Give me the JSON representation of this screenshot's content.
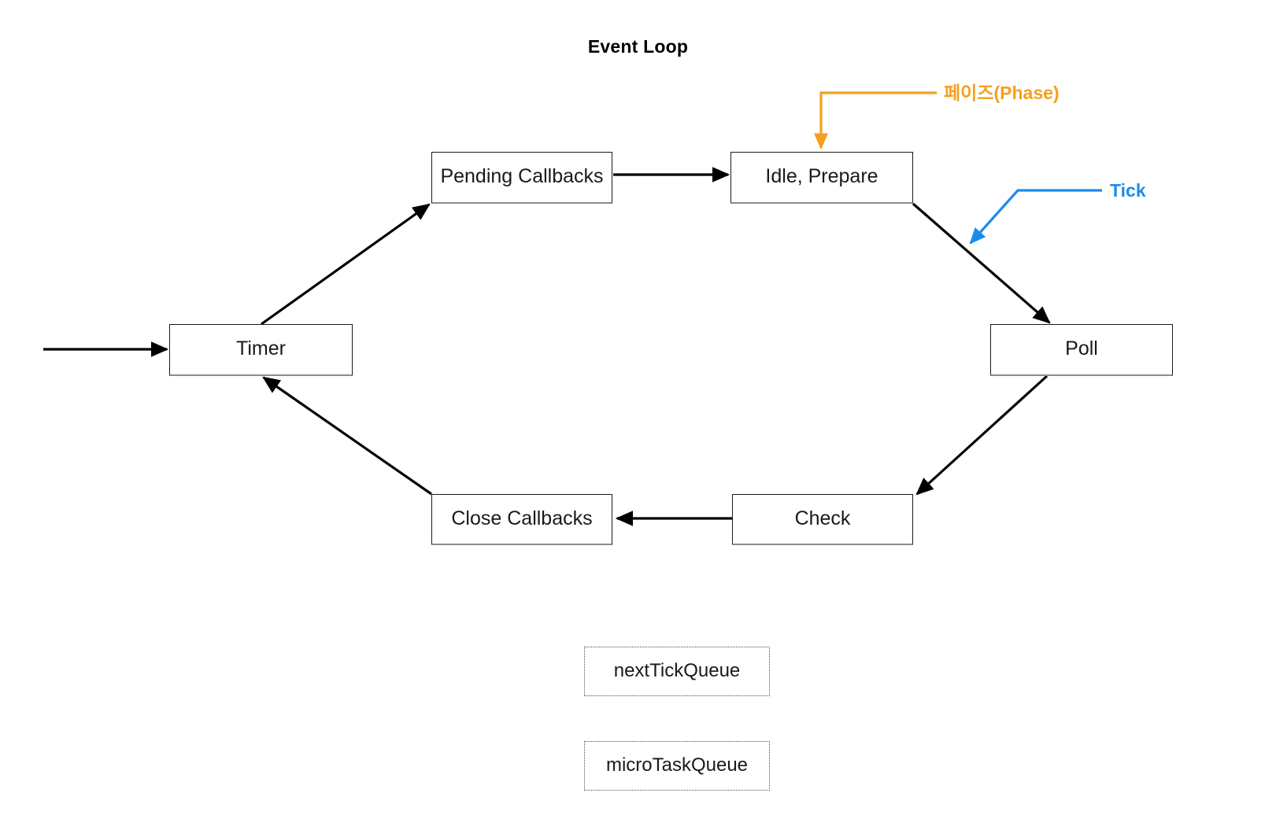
{
  "diagram": {
    "title": "Event Loop",
    "type": "flowchart",
    "colors": {
      "phase_accent": "#f5a01e",
      "tick_accent": "#1c8ceb",
      "box_border": "#1a1a1a",
      "box_shadow": "#8c8c8c",
      "background": "#ffffff"
    }
  },
  "phases": [
    {
      "id": "timer",
      "label": "Timer"
    },
    {
      "id": "pending-callbacks",
      "label": "Pending Callbacks"
    },
    {
      "id": "idle-prepare",
      "label": "Idle, Prepare"
    },
    {
      "id": "poll",
      "label": "Poll"
    },
    {
      "id": "check",
      "label": "Check"
    },
    {
      "id": "close-callbacks",
      "label": "Close Callbacks"
    }
  ],
  "queues": [
    {
      "id": "next-tick-queue",
      "label": "nextTickQueue"
    },
    {
      "id": "micro-task-queue",
      "label": "microTaskQueue"
    }
  ],
  "annotations": [
    {
      "id": "phase",
      "label": "페이즈(Phase)",
      "color": "#f5a01e",
      "points_to": "idle-prepare"
    },
    {
      "id": "tick",
      "label": "Tick",
      "color": "#1c8ceb",
      "points_to": "idle-prepare-to-poll-edge"
    }
  ],
  "edges": [
    {
      "from": "entry",
      "to": "timer",
      "style": "solid-arrow"
    },
    {
      "from": "timer",
      "to": "pending-callbacks",
      "style": "solid-arrow"
    },
    {
      "from": "pending-callbacks",
      "to": "idle-prepare",
      "style": "solid-arrow"
    },
    {
      "from": "idle-prepare",
      "to": "poll",
      "style": "solid-arrow"
    },
    {
      "from": "poll",
      "to": "check",
      "style": "solid-arrow"
    },
    {
      "from": "check",
      "to": "close-callbacks",
      "style": "solid-arrow"
    },
    {
      "from": "close-callbacks",
      "to": "timer",
      "style": "solid-arrow"
    }
  ]
}
